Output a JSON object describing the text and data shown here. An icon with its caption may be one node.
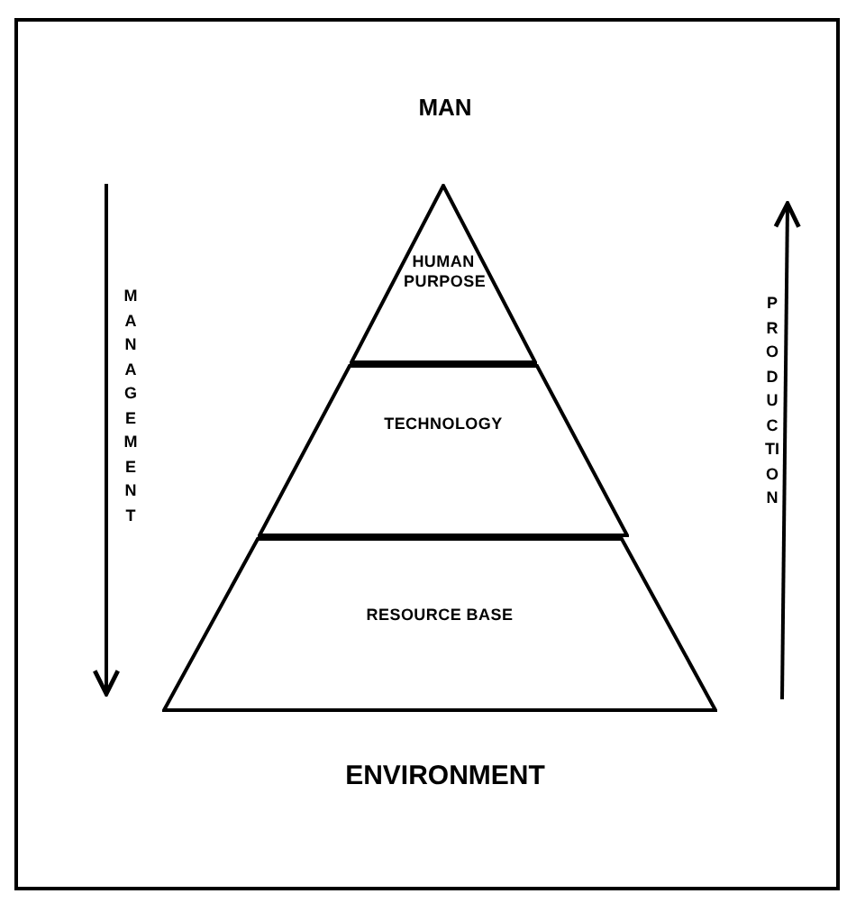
{
  "diagram": {
    "nodes": [
      {
        "text": [
          "HUMAN PURPOSE"
        ]
      },
      {
        "text": [
          "TECHNOLOGY"
        ]
      },
      {
        "text": [
          "RESOURCE BASE"
        ]
      }
    ],
    "labels": [
      "MAN",
      "MANAGEMENT",
      "PRODUCTION",
      "ENVIRONMENT"
    ]
  }
}
